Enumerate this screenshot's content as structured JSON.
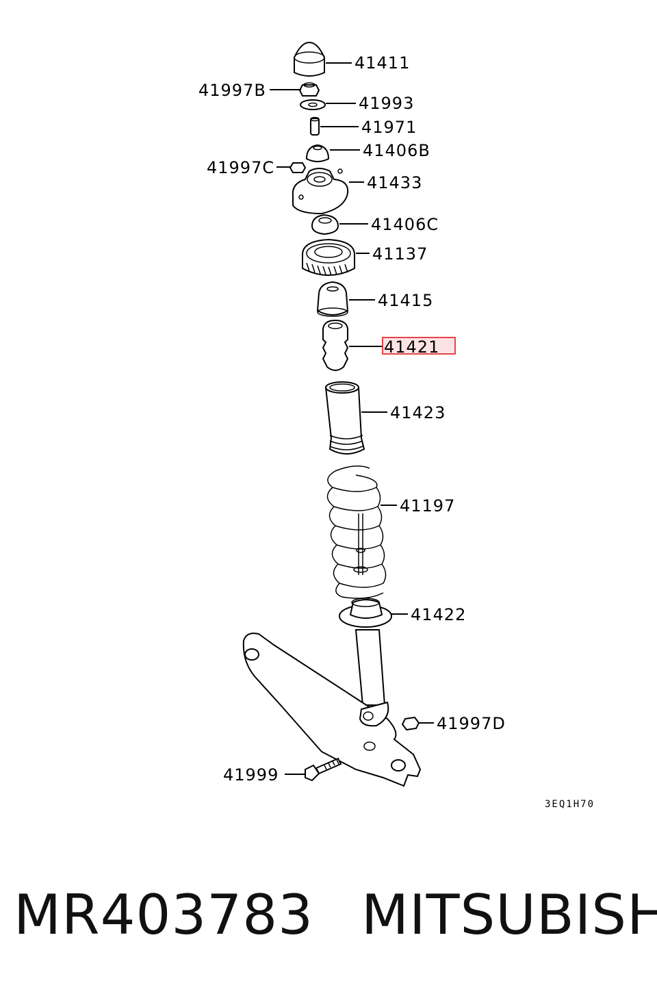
{
  "diagram": {
    "parts": [
      {
        "id": "41411"
      },
      {
        "id": "41997B"
      },
      {
        "id": "41993"
      },
      {
        "id": "41971"
      },
      {
        "id": "41406B"
      },
      {
        "id": "41997C"
      },
      {
        "id": "41433"
      },
      {
        "id": "41406C"
      },
      {
        "id": "41137"
      },
      {
        "id": "41415"
      },
      {
        "id": "41421",
        "highlighted": true
      },
      {
        "id": "41423"
      },
      {
        "id": "41197"
      },
      {
        "id": "41422"
      },
      {
        "id": "41997D"
      },
      {
        "id": "41999"
      }
    ],
    "code": "3EQ1H70",
    "highlight_color": "#e8434a"
  },
  "footer": {
    "part_number": "MR403783",
    "brand": "MITSUBISHI"
  }
}
